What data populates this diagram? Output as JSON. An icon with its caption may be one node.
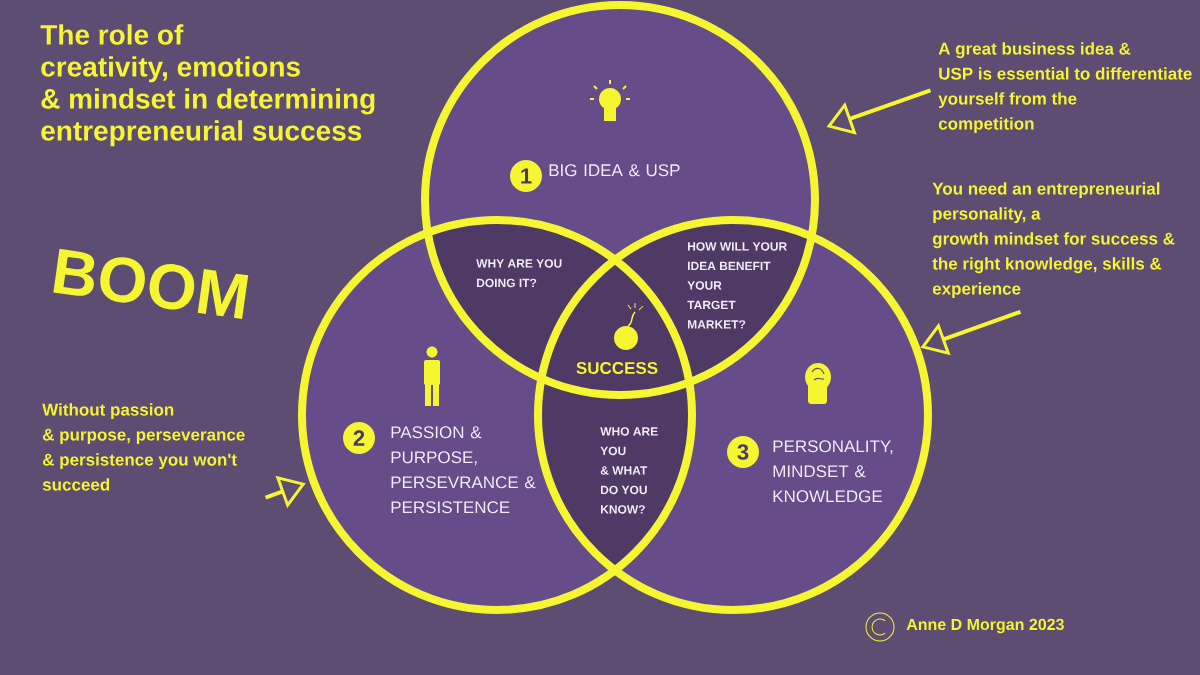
{
  "diagram": {
    "title": "The role of creativity, emotions & mindset in determining entrepreneurial  success",
    "nodes": [
      {
        "text": [
          "1",
          "BIG IDEA & USP"
        ]
      },
      {
        "text": [
          "2",
          "PASSION & PURPOSE, PERSEVRANCE & PERSISTENCE"
        ]
      },
      {
        "text": [
          "3",
          "PERSONALITY, MINDSET & KNOWLEDGE"
        ]
      },
      {
        "text": [
          "A great business idea & USP is essential to differentiate yourself from the competition"
        ]
      },
      {
        "text": [
          "You need an entrepreneurial personality, a growth mindset for success & the right knowledge, skills & experience"
        ]
      },
      {
        "text": [
          "Without passion & purpose, perseverance & persistence you won't succeed"
        ]
      }
    ],
    "edges": [
      {
        "from": 3,
        "to": 0,
        "arrow": "to"
      },
      {
        "from": 4,
        "to": 2,
        "arrow": "to"
      },
      {
        "from": 5,
        "to": 1,
        "arrow": "to"
      }
    ],
    "labels": [
      "BOOM",
      "WHY ARE YOU DOING IT?",
      "HOW WILL YOUR IDEA BENEFIT YOUR TARGET MARKET?",
      "SUCCESS",
      "WHO ARE YOU & WHAT DO YOU KNOW?",
      "Anne D Morgan 2023"
    ]
  }
}
